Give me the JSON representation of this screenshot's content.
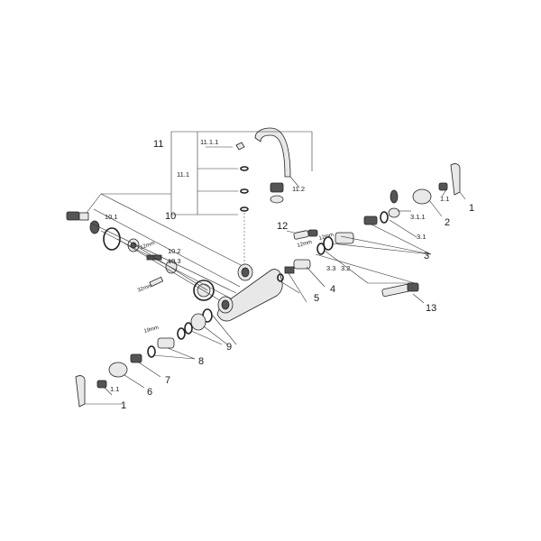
{
  "diagram": {
    "labels": {
      "l11": "11",
      "l11_1_1": "11.1.1",
      "l11_1": "11.1",
      "l11_2": "11.2",
      "l10": "10",
      "l10_1": "10.1",
      "l10_2": "10.2",
      "l10_3": "10.3",
      "l12": "12",
      "l1r": "1",
      "l1_1r": "1.1",
      "l2": "2",
      "l3_1_1": "3.1.1",
      "l3_1": "3.1",
      "l3": "3",
      "l3_3": "3.3",
      "l3_2": "3.2",
      "l4": "4",
      "l5": "5",
      "l13": "13",
      "l9": "9",
      "l8": "8",
      "l7": "7",
      "l6": "6",
      "l1_1l": "1.1",
      "l1l": "1"
    },
    "tool_labels": {
      "t12mm": "12mm",
      "t32mm": "32mm",
      "t19mm": "19mm",
      "t12a": "12mm",
      "t12b": "12mm"
    }
  }
}
